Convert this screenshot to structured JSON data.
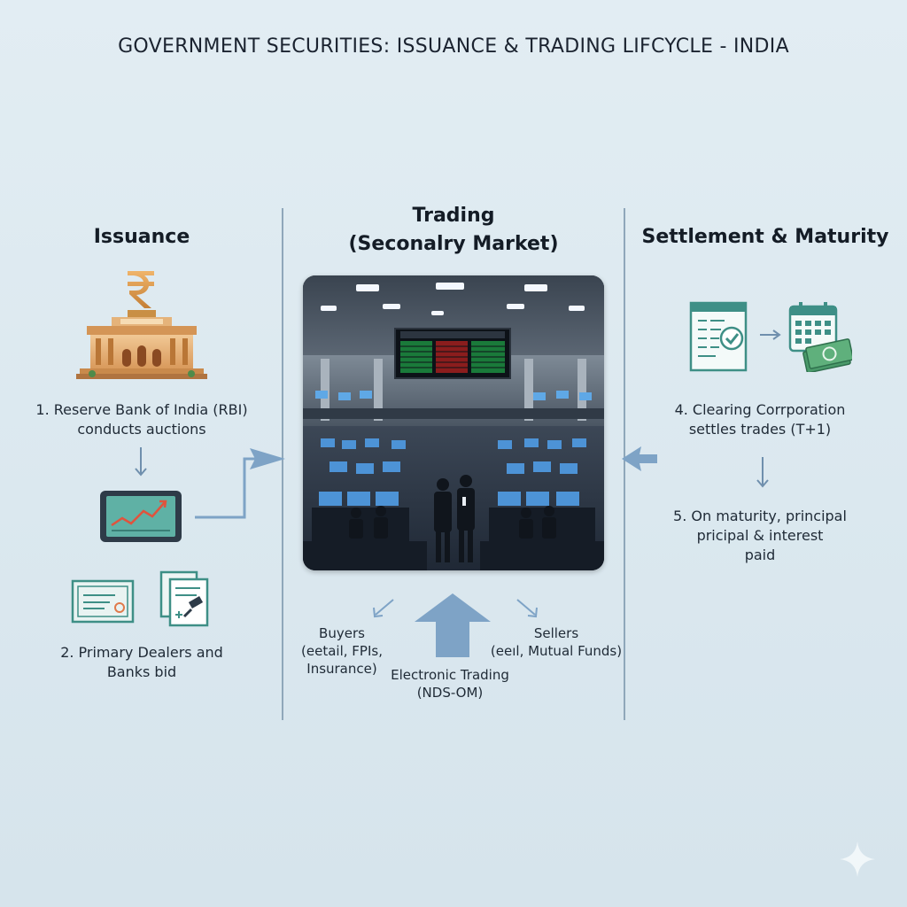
{
  "title": "GOVERNMENT SECURITIES: ISSUANCE & TRADING LIFCYCLE - INDIA",
  "columns": {
    "issuance": {
      "heading": "Issuance",
      "step1": [
        "1. Reserve Bank of India (RBI)",
        "conducts auctions"
      ],
      "step2": [
        "2. Primary Dealers and",
        "Banks bid"
      ]
    },
    "trading": {
      "heading": [
        "Trading",
        "(Seconalry Market)"
      ],
      "buyers": [
        "Buyers",
        "(eetail, FPIs,",
        "Insurance)"
      ],
      "sellers": [
        "Sellers",
        "(eeıl, Mutual Funds)"
      ],
      "platform": [
        "Electronic Trading",
        "(NDS-OM)"
      ]
    },
    "settlement": {
      "heading": "Settlement & Maturity",
      "step4": [
        "4. Clearing Corrporation",
        "settles trades (T+1)"
      ],
      "step5": [
        "5. On maturity, principal",
        "pricipal & interest",
        "paid"
      ]
    }
  },
  "icons": {
    "rbi": "rbi-building-icon",
    "rupee": "rupee-icon",
    "tablet": "tablet-chart-icon",
    "certificate": "certificate-icon",
    "documents": "bid-documents-icon",
    "checklist": "checklist-icon",
    "calendar_money": "calendar-money-icon",
    "trading_floor": "trading-floor-image"
  },
  "colors": {
    "arrow_blue": "#7ea3c6",
    "teal": "#3e8f86",
    "gold": "#c98f45"
  }
}
